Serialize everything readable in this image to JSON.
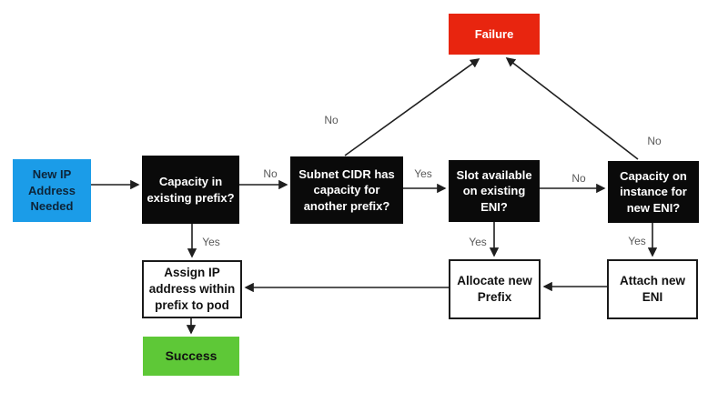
{
  "colors": {
    "background": "#ffffff",
    "start_fill": "#1b9ce8",
    "start_text": "#0d2438",
    "decision_fill": "#0a0a0a",
    "decision_text": "#ffffff",
    "action_fill": "#ffffff",
    "action_border": "#1a1a1a",
    "action_text": "#111111",
    "failure_fill": "#e8250f",
    "failure_text": "#ffffff",
    "success_fill": "#5ec837",
    "success_text": "#111111",
    "edge_line": "#1f1f1f",
    "edge_label_text": "#595959"
  },
  "nodes": {
    "start": {
      "label": "New IP\nAddress\nNeeded"
    },
    "capacity_existing_prefix": {
      "label": "Capacity in\nexisting prefix?"
    },
    "subnet_cidr": {
      "label": "Subnet CIDR has\ncapacity for\nanother prefix?"
    },
    "slot_available": {
      "label": "Slot available\non existing\nENI?"
    },
    "capacity_instance": {
      "label": "Capacity on\ninstance for\nnew ENI?"
    },
    "failure": {
      "label": "Failure"
    },
    "assign_ip": {
      "label": "Assign IP\naddress within\nprefix to pod"
    },
    "allocate_prefix": {
      "label": "Allocate new\nPrefix"
    },
    "attach_eni": {
      "label": "Attach new\nENI"
    },
    "success": {
      "label": "Success"
    }
  },
  "edge_labels": {
    "capacity_prefix_no": "No",
    "capacity_prefix_yes": "Yes",
    "subnet_cidr_no": "No",
    "subnet_cidr_yes": "Yes",
    "slot_no": "No",
    "slot_yes": "Yes",
    "instance_no": "No",
    "instance_yes": "Yes"
  }
}
